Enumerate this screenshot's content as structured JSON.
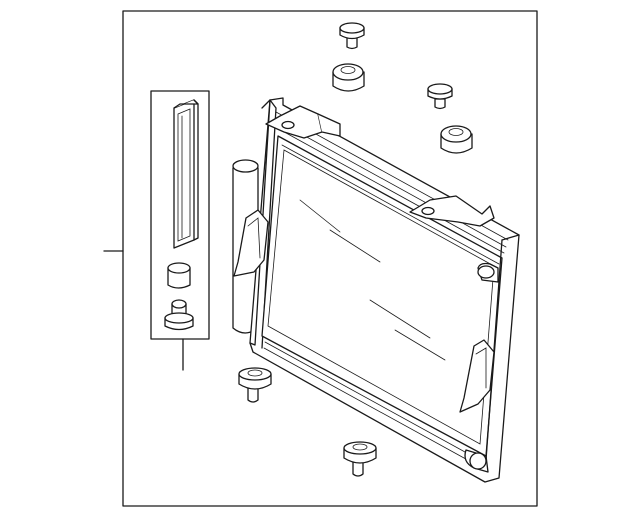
{
  "diagram": {
    "kind": "exploded parts diagram",
    "components": [
      {
        "id": "condenser-assembly",
        "icon": "radiator-core-icon"
      },
      {
        "id": "receiver-dryer",
        "icon": "dryer-tube-icon"
      },
      {
        "id": "desiccant-filter",
        "icon": "filter-cartridge-icon"
      },
      {
        "id": "plug",
        "icon": "plug-icon"
      },
      {
        "id": "cap",
        "icon": "cap-icon"
      },
      {
        "id": "upper-bolt",
        "icon": "bolt-icon"
      },
      {
        "id": "upper-bushing",
        "icon": "bushing-icon"
      },
      {
        "id": "lower-mount-left",
        "icon": "mount-icon"
      },
      {
        "id": "lower-mount-right",
        "icon": "mount-icon"
      }
    ]
  }
}
